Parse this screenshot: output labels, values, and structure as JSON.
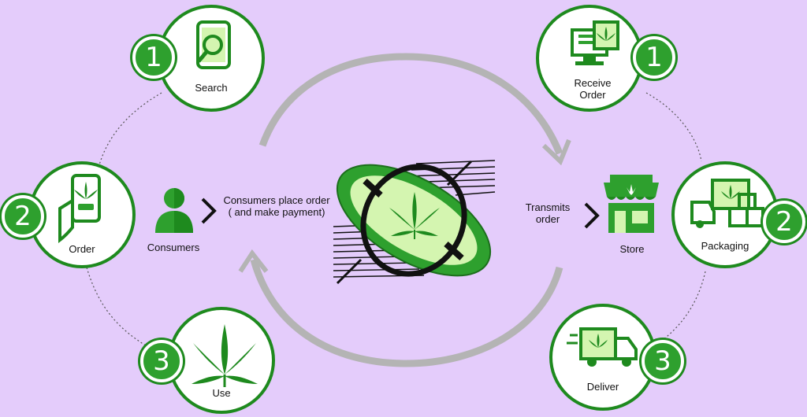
{
  "customer_flow": {
    "search": {
      "label": "Search",
      "step": "1"
    },
    "order": {
      "label": "Order",
      "step": "2"
    },
    "use": {
      "label": "Use",
      "step": "3"
    }
  },
  "store_flow": {
    "receive": {
      "label": "Receive Order",
      "step": "1"
    },
    "packaging": {
      "label": "Packaging",
      "step": "2"
    },
    "deliver": {
      "label": "Deliver",
      "step": "3"
    }
  },
  "center": {
    "consumers_label": "Consumers",
    "place_order_text": "Consumers place order ( and make payment)",
    "transmits_text": "Transmits order",
    "store_label": "Store"
  },
  "colors": {
    "background": "#e4ccfb",
    "green_dark": "#1e8a1e",
    "green_badge": "#2ea02e",
    "arrow_gray": "#b4b4b4"
  },
  "icons": {
    "search": "phone-magnifier-icon",
    "order": "hand-phone-leaf-icon",
    "use": "cannabis-leaf-icon",
    "receive": "computer-leaf-box-icon",
    "packaging": "truck-boxes-icon",
    "deliver": "delivery-truck-icon",
    "consumer": "person-icon",
    "store": "storefront-icon",
    "center": "cannabis-target-logo-icon"
  }
}
